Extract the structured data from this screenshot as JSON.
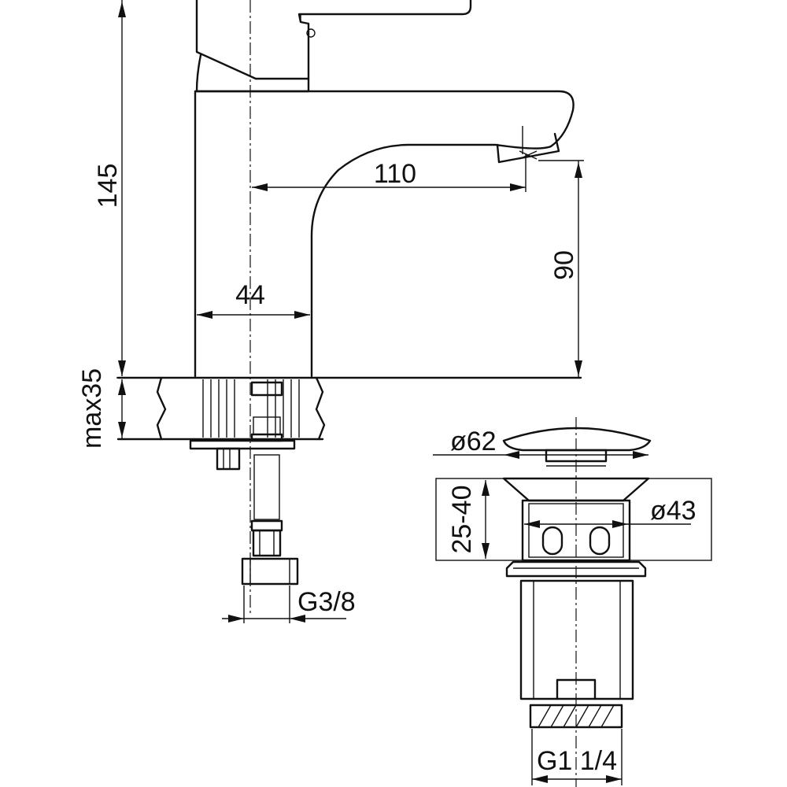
{
  "labels": {
    "height_total": "145",
    "spout_reach": "110",
    "spout_height": "90",
    "body_width": "44",
    "deck_thickness": "max35",
    "hose_thread": "G3/8",
    "waste_cap_diameter": "ø62",
    "waste_height_range": "25-40",
    "waste_body_diameter": "ø43",
    "waste_thread": "G1 1/4"
  },
  "colors": {
    "line": "#111111",
    "background": "#ffffff"
  }
}
